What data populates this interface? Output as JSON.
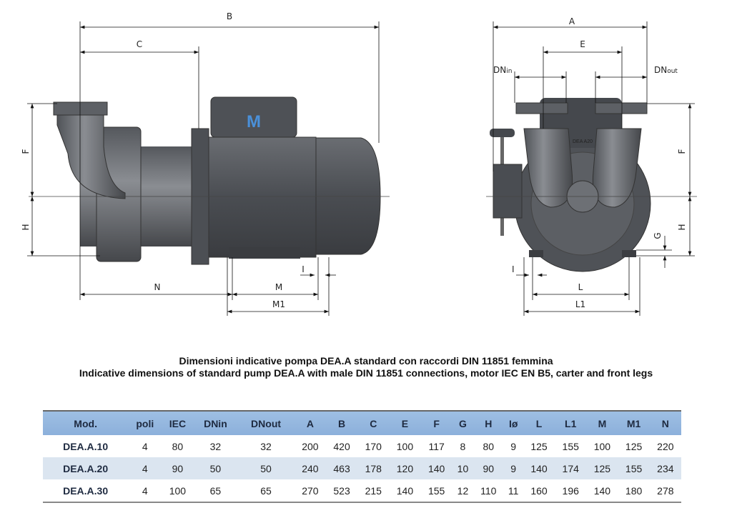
{
  "drawing": {
    "side_view_labels": {
      "B": "B",
      "C": "C",
      "F": "F",
      "H": "H",
      "N": "N",
      "M": "M",
      "M1": "M1",
      "I": "I"
    },
    "front_view_labels": {
      "A": "A",
      "E": "E",
      "DN_in": "DN",
      "DN_in_sub": "in",
      "DN_out": "DN",
      "DN_out_sub": "out",
      "F": "F",
      "H": "H",
      "G": "G",
      "I": "I",
      "L": "L",
      "L1": "L1"
    },
    "casing_marking": "DEA A20",
    "logo_text": "M"
  },
  "titles": {
    "italian": "Dimensioni indicative pompa DEA.A standard con raccordi DIN 11851 femmina",
    "english": "Indicative dimensions of standard pump DEA.A with male DIN 11851 connections, motor IEC EN B5, carter and front legs"
  },
  "table": {
    "headers": [
      "Mod.",
      "poli",
      "IEC",
      "DNin",
      "DNout",
      "A",
      "B",
      "C",
      "E",
      "F",
      "G",
      "H",
      "Iø",
      "L",
      "L1",
      "M",
      "M1",
      "N"
    ],
    "rows": [
      [
        "DEA.A.10",
        "4",
        "80",
        "32",
        "32",
        "200",
        "420",
        "170",
        "100",
        "117",
        "8",
        "80",
        "9",
        "125",
        "155",
        "100",
        "125",
        "220"
      ],
      [
        "DEA.A.20",
        "4",
        "90",
        "50",
        "50",
        "240",
        "463",
        "178",
        "120",
        "140",
        "10",
        "90",
        "9",
        "140",
        "174",
        "125",
        "155",
        "234"
      ],
      [
        "DEA.A.30",
        "4",
        "100",
        "65",
        "65",
        "270",
        "523",
        "215",
        "140",
        "155",
        "12",
        "110",
        "11",
        "160",
        "196",
        "140",
        "180",
        "278"
      ]
    ]
  },
  "colors": {
    "header_bg": "#94b6de",
    "alt_row_bg": "#dbe5f0",
    "logo": "#4a90d9"
  }
}
